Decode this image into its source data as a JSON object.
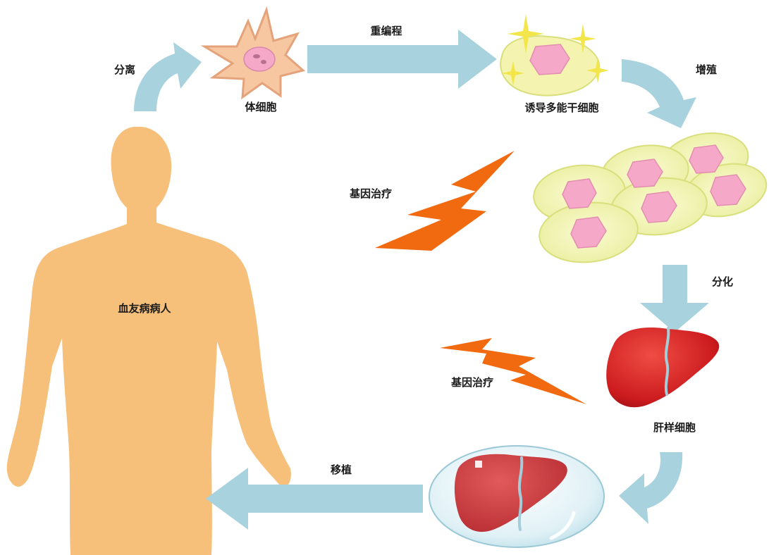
{
  "labels": {
    "separation": "分离",
    "somatic_cell": "体细胞",
    "reprogramming": "重编程",
    "ipsc": "诱导多能干细胞",
    "proliferation": "增殖",
    "gene_therapy_1": "基因治疗",
    "differentiation": "分化",
    "gene_therapy_2": "基因治疗",
    "hepatocyte_like": "肝样细胞",
    "transplantation": "移植",
    "patient": "血友病病人"
  },
  "colors": {
    "arrow": "#a8d3de",
    "body": "#f6bf7a",
    "bolt": "#f26a10",
    "cell_fill": "#f4f4b0",
    "cell_edge": "#d8df7c",
    "nucleus": "#f5a8c8",
    "liver": "#d62124",
    "capsule": "#d9eef4"
  }
}
